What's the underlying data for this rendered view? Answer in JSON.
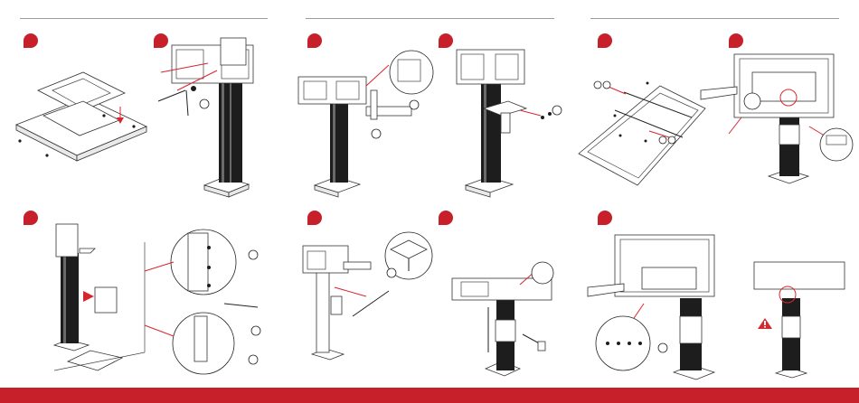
{
  "page": {
    "background": "#ffffff",
    "accent": "#c8202a"
  },
  "sections": [
    {
      "name": "section-1",
      "steps": [
        "step-1",
        "step-2",
        "step-3"
      ]
    },
    {
      "name": "section-2",
      "steps": [
        "step-4",
        "step-5",
        "step-6",
        "step-7"
      ]
    },
    {
      "name": "section-3",
      "steps": [
        "step-8",
        "step-9",
        "step-10"
      ]
    }
  ],
  "icons": {
    "step_marker": "red-leaf-step-marker",
    "warning": "warning-triangle-icon"
  },
  "footer": {
    "color": "#c8202a"
  }
}
